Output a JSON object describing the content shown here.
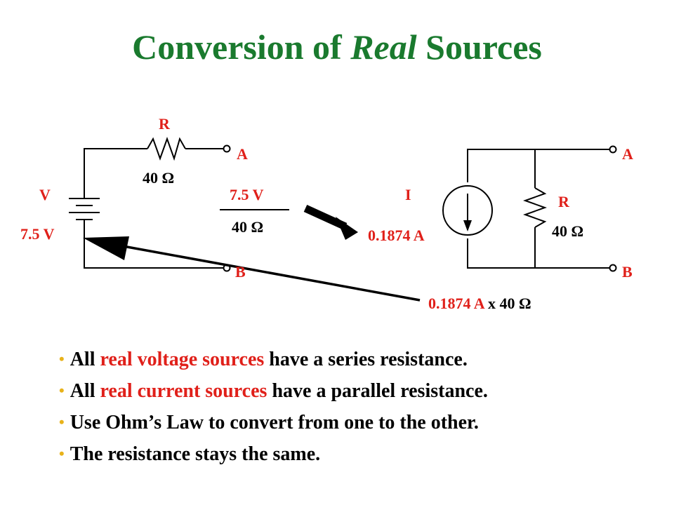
{
  "title": {
    "pre": "Conversion of ",
    "italic": "Real",
    "post": " Sources"
  },
  "voltage_circuit": {
    "resistor_label": "R",
    "resistance": "40 Ω",
    "node_a": "A",
    "node_b": "B",
    "source_label": "V",
    "source_value": "7.5 V"
  },
  "conversion": {
    "numerator": "7.5 V",
    "denominator": "40 Ω"
  },
  "current_circuit": {
    "source_label": "I",
    "source_value": "0.1874 A",
    "resistor_label": "R",
    "resistance": "40 Ω",
    "node_a": "A",
    "node_b": "B"
  },
  "back_conversion": {
    "current": "0.1874 A",
    "times": " x 40 Ω"
  },
  "bullets": [
    {
      "pre": "All ",
      "hl": "real voltage sources",
      "post": " have a series resistance."
    },
    {
      "pre": "All ",
      "hl": "real current sources",
      "post": " have a parallel resistance."
    },
    {
      "pre": "Use Ohm’s Law to convert from one to the other.",
      "hl": "",
      "post": ""
    },
    {
      "pre": "The resistance stays the same.",
      "hl": "",
      "post": ""
    }
  ],
  "colors": {
    "title": "#1a7a2e",
    "highlight": "#e0201a",
    "bullet": "#e8b21a"
  }
}
